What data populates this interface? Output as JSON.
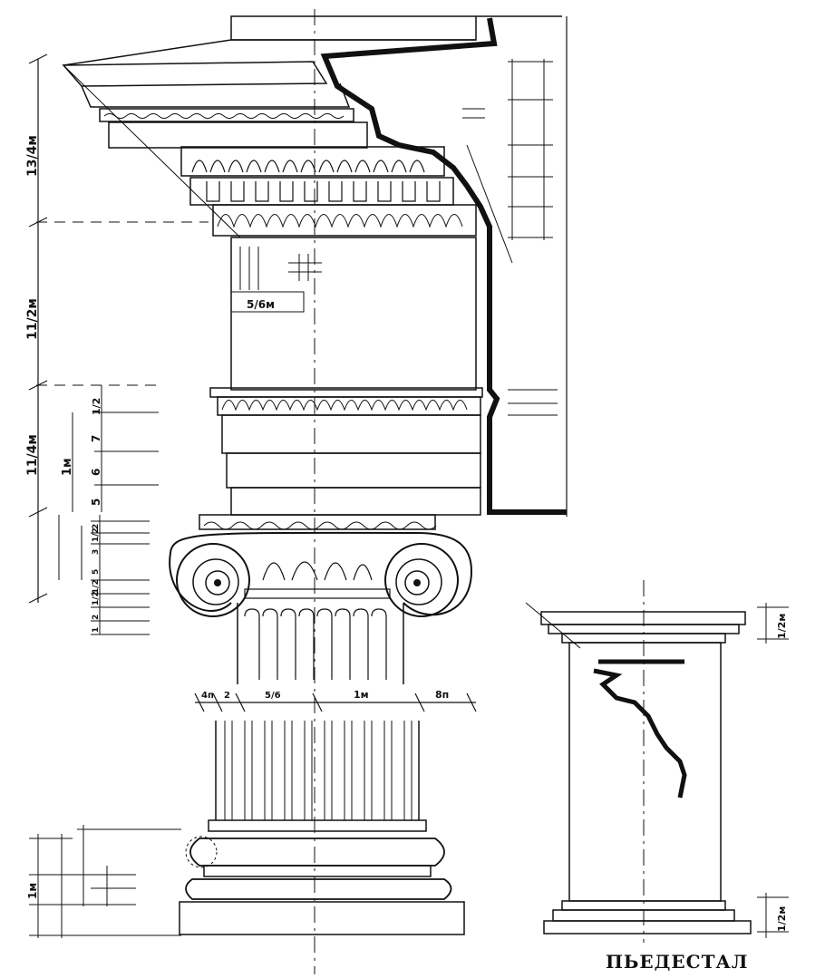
{
  "drawing": {
    "dimensions": {
      "cornice_height": "13/4м",
      "frieze_height": "11/2м",
      "architrave_height": "11/4м",
      "frieze_soffit": "5/6м",
      "architrave_module": "1м",
      "fascia_1": "5",
      "fascia_2": "6",
      "fascia_3": "7",
      "architrave_top": "1/2",
      "capital_values": [
        "2",
        "1/2",
        "3",
        "5",
        "1/2",
        "1/2",
        "2",
        "1"
      ],
      "base_height": "1м",
      "pedestal_cap": "1/2м",
      "pedestal_base": "1/2м"
    },
    "shaft_dims": {
      "d1": "4п",
      "d2": "2",
      "d3": "5/6",
      "d4": "1м",
      "d5": "8п"
    },
    "pedestal_caption": "ПЬЕДЕСТАЛ"
  }
}
